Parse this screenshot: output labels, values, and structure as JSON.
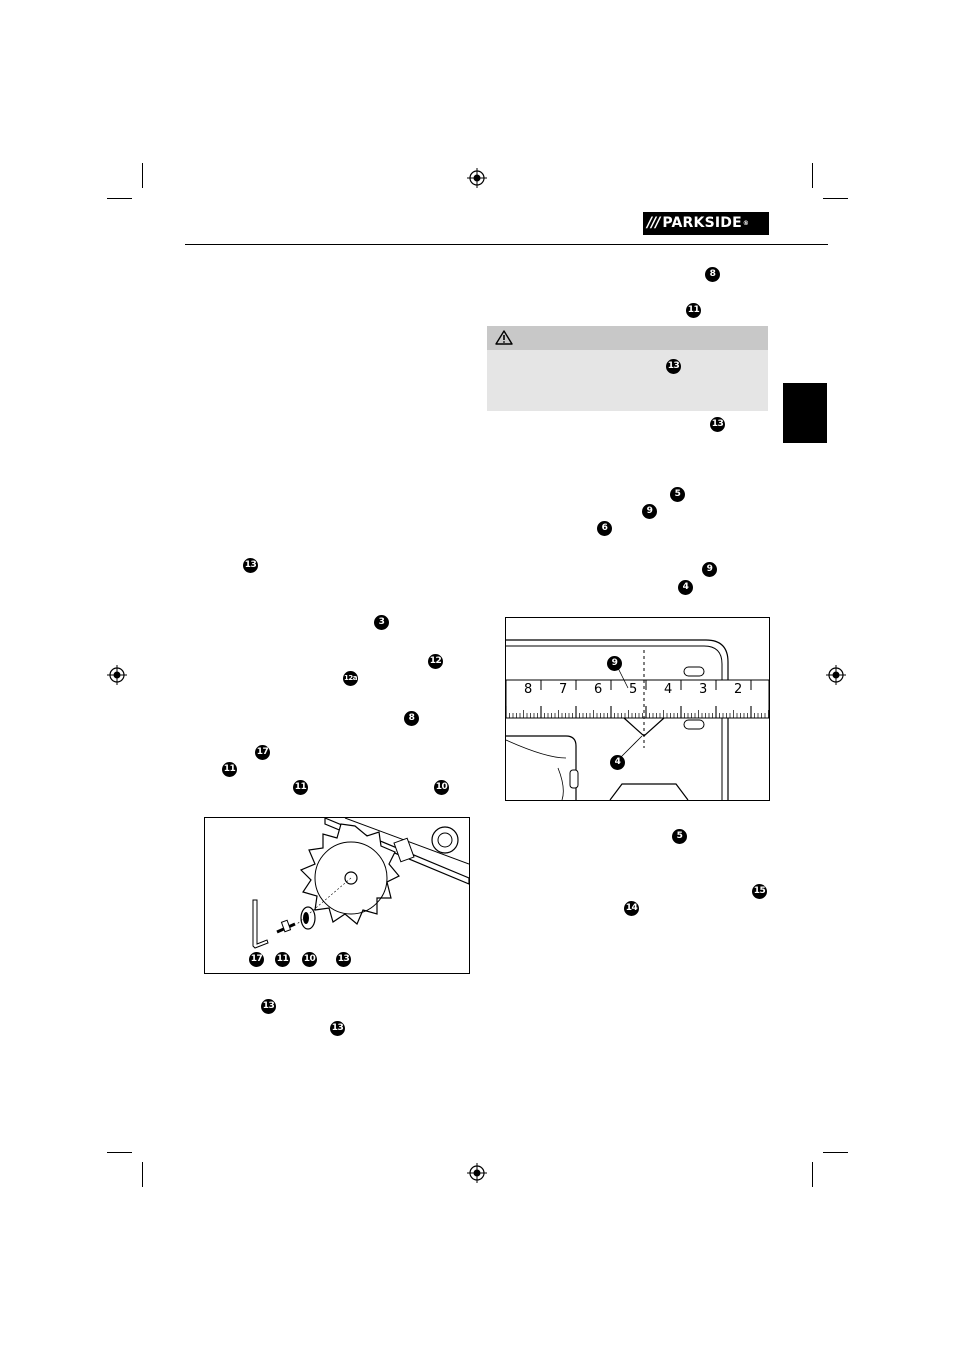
{
  "header": {
    "brand": "PARKSIDE",
    "slashes": "///",
    "trademark": "®"
  },
  "markers": {
    "m1": "8",
    "m2": "11",
    "m3": "13",
    "m4": "13",
    "m5": "5",
    "m6": "9",
    "m7": "6",
    "m8": "9",
    "m9": "4",
    "m10": "13",
    "m11": "3",
    "m12": "12",
    "m13": "12a",
    "m14": "8",
    "m15": "17",
    "m16": "11",
    "m17": "11",
    "m18": "10",
    "m19": "13",
    "m20": "13",
    "m21": "5",
    "m22": "15",
    "m23": "14"
  },
  "figure_blade": {
    "labels": [
      "17",
      "11",
      "10",
      "13"
    ]
  },
  "figure_scale": {
    "scale_numbers": [
      "8",
      "7",
      "6",
      "5",
      "4",
      "3",
      "2"
    ],
    "label_top": "9",
    "label_bottom": "4"
  }
}
